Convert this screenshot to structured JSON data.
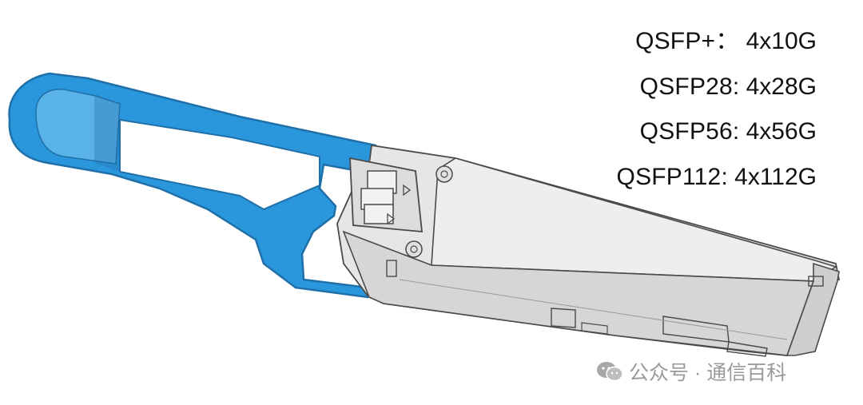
{
  "specs": [
    {
      "type": "QSFP+",
      "sep": "：",
      "rate": "4x10G"
    },
    {
      "type": "QSFP28",
      "sep": ":",
      "rate": "4x28G"
    },
    {
      "type": "QSFP56",
      "sep": ":",
      "rate": "4x56G"
    },
    {
      "type": "QSFP112",
      "sep": ":",
      "rate": "4x112G"
    }
  ],
  "watermark": {
    "text": "公众号 · 通信百科",
    "icon": "wechat-icon"
  },
  "colors": {
    "pull_tab": "#2a97dd",
    "pull_tab_edge": "#1f6fa8",
    "module_body": "#e6e6e6",
    "module_shade": "#cfcfcf",
    "outline": "#4a4a4a",
    "text": "#111111",
    "watermark": "#9a9a9a"
  }
}
